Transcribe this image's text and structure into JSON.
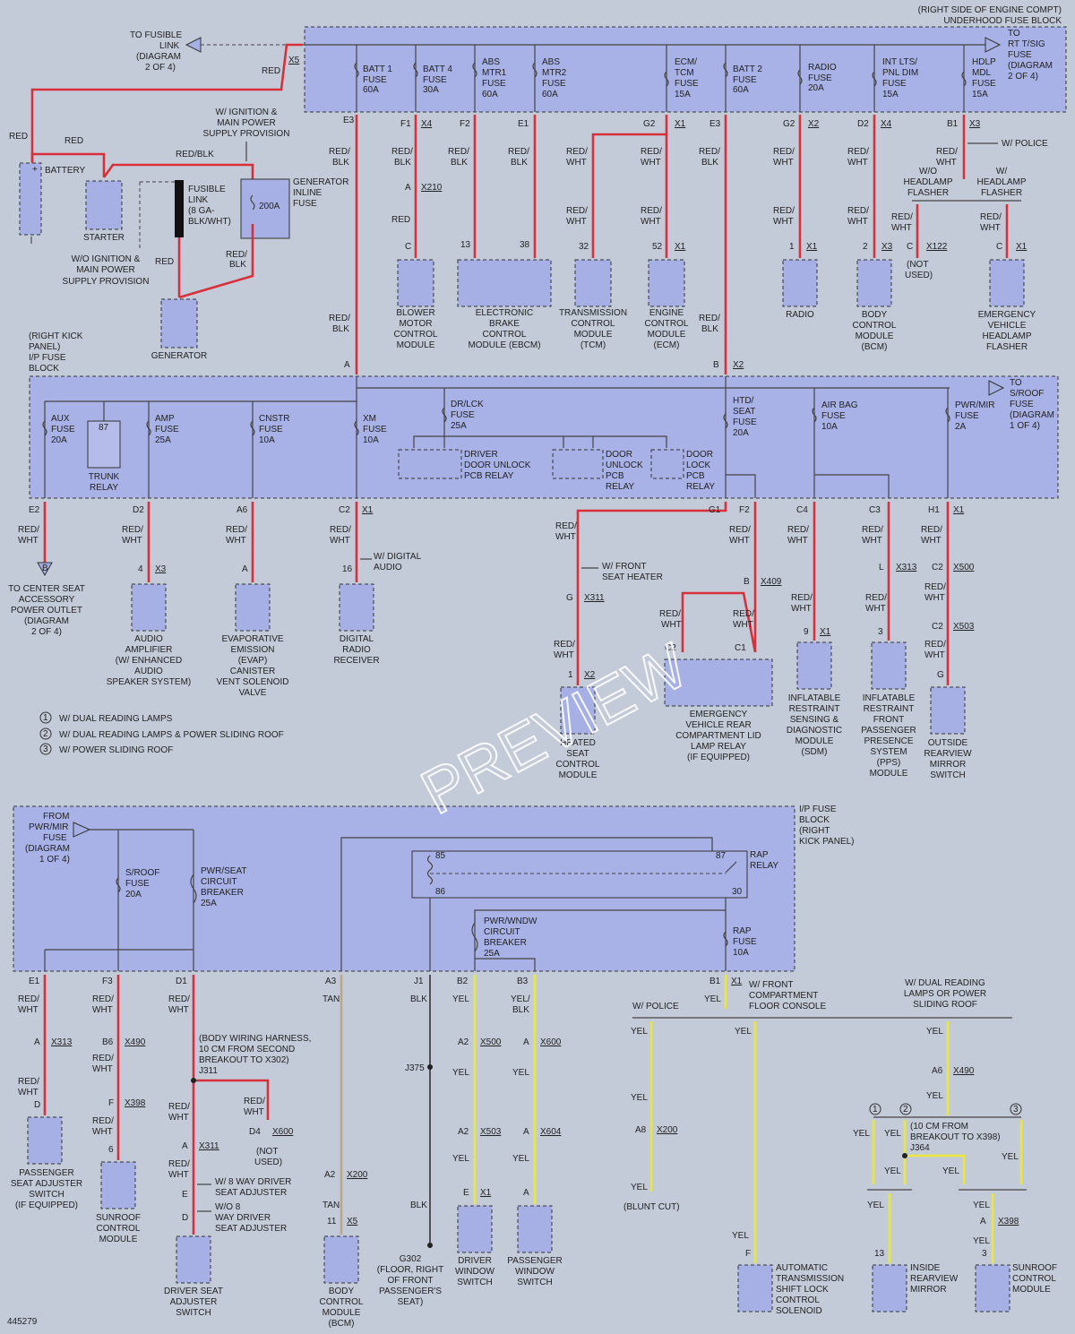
{
  "block_labels": {
    "underhood": "(RIGHT SIDE OF ENGINE COMPT) UNDERHOOD FUSE BLOCK",
    "ip_top": "(RIGHT KICK PANEL) I/P FUSE BLOCK",
    "ip_bottom": "I/P FUSE BLOCK (RIGHT KICK PANEL)"
  },
  "fuses_top": [
    {
      "name": "BATT 1 FUSE 60A",
      "term": "E3"
    },
    {
      "name": "BATT 4 FUSE 30A",
      "term": "F1",
      "conn": "X4"
    },
    {
      "name": "ABS MTR1 FUSE 60A",
      "term": "F2"
    },
    {
      "name": "ABS MTR2 FUSE 60A",
      "term": "E1"
    },
    {
      "name": "ECM/ TCM FUSE 15A",
      "term": "G2",
      "conn": "X1"
    },
    {
      "name": "BATT 2 FUSE 60A",
      "term": "E3"
    },
    {
      "name": "RADIO FUSE 20A",
      "term": "G2",
      "conn": "X2"
    },
    {
      "name": "INT LTS/ PNL DIM FUSE 15A",
      "term": "D2",
      "conn": "X4"
    },
    {
      "name": "HDLP MDL FUSE 15A",
      "term": "B1",
      "conn": "X3"
    }
  ],
  "fuses_mid": [
    {
      "name": "AUX FUSE 20A",
      "term": "E2"
    },
    {
      "name": "AMP FUSE 25A",
      "term": "D2"
    },
    {
      "name": "CNSTR FUSE 10A",
      "term": "A6"
    },
    {
      "name": "XM FUSE 10A",
      "term": "C2",
      "conn": "X1"
    },
    {
      "name": "DR/LCK FUSE 25A"
    },
    {
      "name": "HTD/ SEAT FUSE 20A",
      "term": "G1"
    },
    {
      "name": "AIR BAG FUSE 10A",
      "term": "C4"
    },
    {
      "name": "PWR/MIR FUSE 2A",
      "term": "H1",
      "conn": "X1"
    }
  ],
  "fuses_bottom": [
    {
      "name": "S/ROOF FUSE 20A",
      "term": "F3"
    },
    {
      "name": "PWR/SEAT CIRCUIT BREAKER 25A",
      "term": "D1"
    },
    {
      "name": "PWR/WNDW CIRCUIT BREAKER 25A",
      "term": "B2"
    },
    {
      "name": "RAP FUSE 10A",
      "term": "B1",
      "conn": "X1"
    },
    {
      "name": "RAP RELAY"
    }
  ],
  "components": [
    "BATTERY",
    "STARTER",
    "GENERATOR",
    "FUSIBLE LINK (8 GA- BLK/WHT)",
    "GENERATOR INLINE FUSE",
    "200A",
    "BLOWER MOTOR CONTROL MODULE",
    "ELECTRONIC BRAKE CONTROL MODULE (EBCM)",
    "TRANSMISSION CONTROL MODULE (TCM)",
    "ENGINE CONTROL MODULE (ECM)",
    "RADIO",
    "BODY CONTROL MODULE (BCM)",
    "EMERGENCY VEHICLE HEADLAMP FLASHER",
    "TRUNK RELAY",
    "DRIVER DOOR UNLOCK PCB RELAY",
    "DOOR UNLOCK PCB RELAY",
    "DOOR LOCK PCB RELAY",
    "AUDIO AMPLIFIER (W/ ENHANCED AUDIO SPEAKER SYSTEM)",
    "EVAPORATIVE EMISSION (EVAP) CANISTER VENT SOLENOID VALVE",
    "DIGITAL RADIO RECEIVER",
    "HEATED SEAT CONTROL MODULE",
    "EMERGENCY VEHICLE REAR COMPARTMENT LID LAMP RELAY (IF EQUIPPED)",
    "INFLATABLE RESTRAINT SENSING & DIAGNOSTIC MODULE (SDM)",
    "INFLATABLE RESTRAINT FRONT PASSENGER PRESENCE SYSTEM (PPS) MODULE",
    "OUTSIDE REARVIEW MIRROR SWITCH",
    "PASSENGER SEAT ADJUSTER SWITCH (IF EQUIPPED)",
    "SUNROOF CONTROL MODULE",
    "DRIVER SEAT ADJUSTER SWITCH",
    "BODY CONTROL MODULE (BCM)",
    "DRIVER WINDOW SWITCH",
    "PASSENGER WINDOW SWITCH",
    "AUTOMATIC TRANSMISSION SHIFT LOCK CONTROL SOLENOID",
    "INSIDE REARVIEW MIRROR",
    "SUNROOF CONTROL MODULE"
  ],
  "legend": [
    {
      "num": "1",
      "text": "W/ DUAL READING LAMPS"
    },
    {
      "num": "2",
      "text": "W/ DUAL READING LAMPS & POWER SLIDING ROOF"
    },
    {
      "num": "3",
      "text": "W/ POWER SLIDING ROOF"
    }
  ],
  "wire_colors": {
    "RED": "#d8303a",
    "YEL": "#e9e83a",
    "TAN": "#bba788",
    "BLK": "#333333"
  },
  "diagram_id": "445279",
  "watermark": "PREVIEW"
}
